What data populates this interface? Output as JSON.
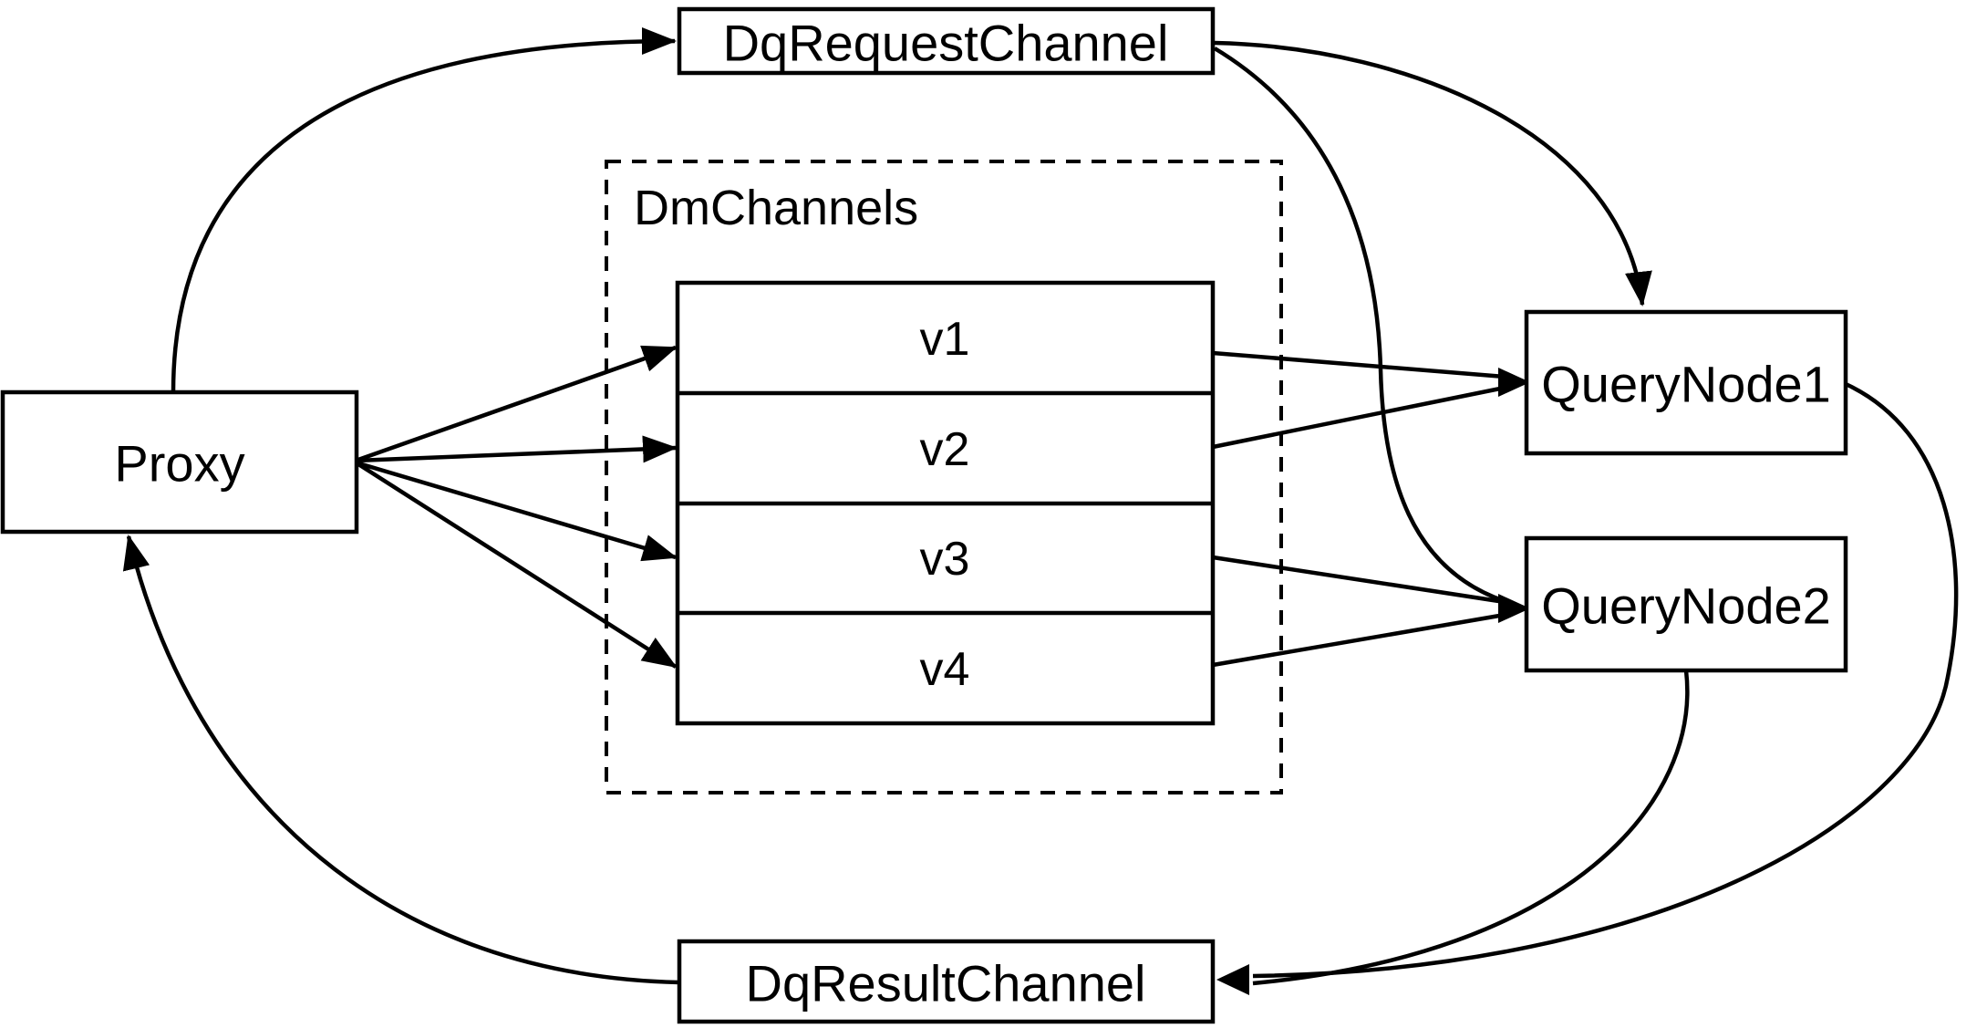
{
  "diagram": {
    "type": "architecture-flow",
    "colors": {
      "background": "#ffffff",
      "line": "#000000",
      "box_fill": "#ffffff",
      "text": "#000000"
    },
    "nodes": {
      "proxy": {
        "label": "Proxy"
      },
      "dq_request_channel": {
        "label": "DqRequestChannel"
      },
      "dm_channels": {
        "label": "DmChannels",
        "channels": [
          {
            "label": "v1"
          },
          {
            "label": "v2"
          },
          {
            "label": "v3"
          },
          {
            "label": "v4"
          }
        ]
      },
      "query_node_1": {
        "label": "QueryNode1"
      },
      "query_node_2": {
        "label": "QueryNode2"
      },
      "dq_result_channel": {
        "label": "DqResultChannel"
      }
    },
    "edges": [
      {
        "from": "Proxy",
        "to": "DqRequestChannel"
      },
      {
        "from": "Proxy",
        "to": "v1"
      },
      {
        "from": "Proxy",
        "to": "v2"
      },
      {
        "from": "Proxy",
        "to": "v3"
      },
      {
        "from": "Proxy",
        "to": "v4"
      },
      {
        "from": "v1",
        "to": "QueryNode1"
      },
      {
        "from": "v2",
        "to": "QueryNode1"
      },
      {
        "from": "v3",
        "to": "QueryNode2"
      },
      {
        "from": "v4",
        "to": "QueryNode2"
      },
      {
        "from": "DqRequestChannel",
        "to": "QueryNode1"
      },
      {
        "from": "DqRequestChannel",
        "to": "QueryNode2"
      },
      {
        "from": "QueryNode1",
        "to": "DqResultChannel"
      },
      {
        "from": "QueryNode2",
        "to": "DqResultChannel"
      },
      {
        "from": "DqResultChannel",
        "to": "Proxy"
      }
    ]
  }
}
